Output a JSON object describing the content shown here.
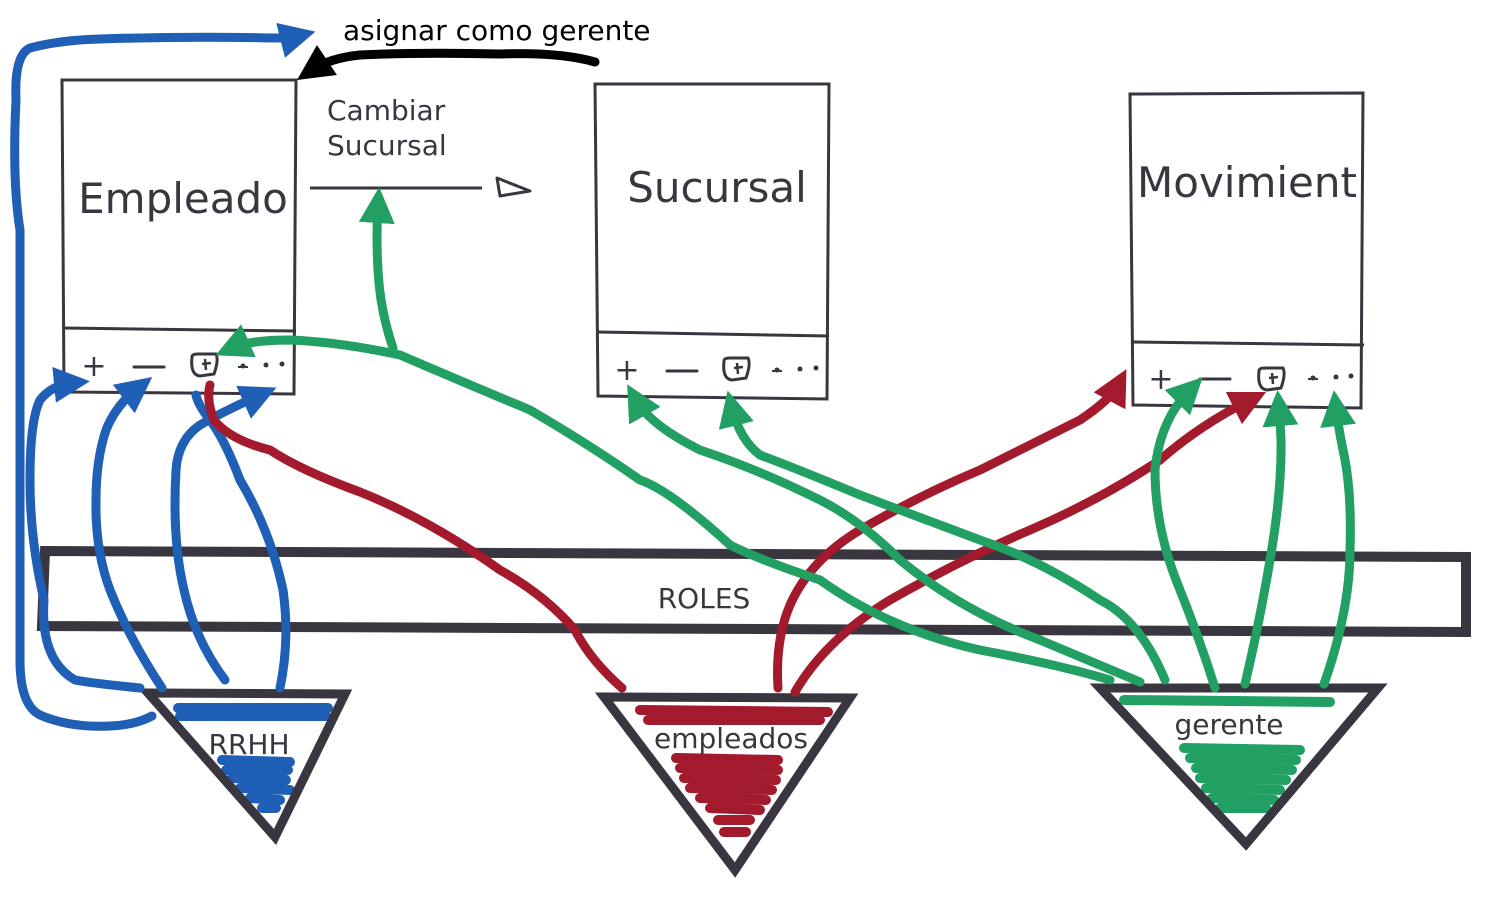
{
  "annotations": {
    "assign_manager": "asignar como gerente",
    "change_branch_line1": "Cambiar",
    "change_branch_line2": "Sucursal"
  },
  "entities": [
    {
      "id": "empleado",
      "title": "Empleado",
      "actions": [
        "+",
        "—",
        "edit",
        "more"
      ]
    },
    {
      "id": "sucursal",
      "title": "Sucursal",
      "actions": [
        "+",
        "—",
        "edit",
        "more"
      ]
    },
    {
      "id": "movimiento",
      "title": "Movimient",
      "actions": [
        "+",
        "—",
        "edit",
        "more"
      ]
    }
  ],
  "roles_bar": {
    "label": "ROLES"
  },
  "roles": [
    {
      "id": "rrhh",
      "label": "RRHH",
      "color": "#1f5fb5"
    },
    {
      "id": "empleados",
      "label": "empleados",
      "color": "#a31a2d"
    },
    {
      "id": "gerente",
      "label": "gerente",
      "color": "#22a063"
    }
  ],
  "colors": {
    "outline": "#3a3640",
    "text": "#3a3640",
    "rrhh": "#1f5fb5",
    "empleados": "#a31a2d",
    "gerente": "#22a063",
    "annotation": "#000000"
  }
}
